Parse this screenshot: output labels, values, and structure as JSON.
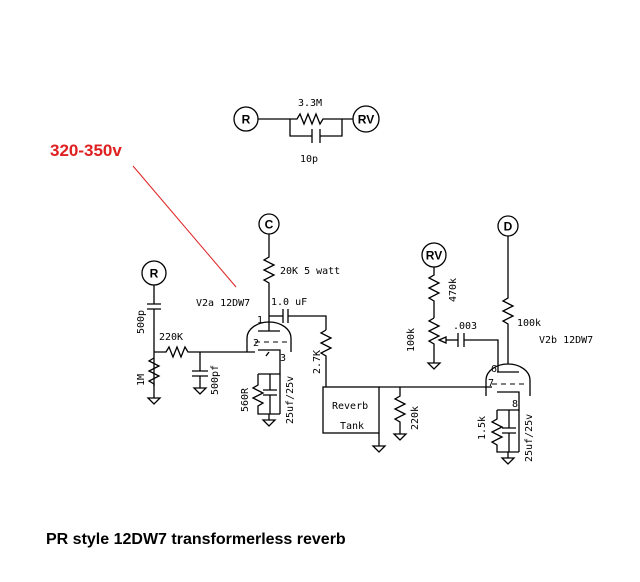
{
  "annotation": {
    "text": "320-350v",
    "color": "#e02020"
  },
  "caption": "PR style 12DW7  transformerless reverb",
  "top_network": {
    "node_left": "R",
    "node_right": "RV",
    "resistor": "3.3M",
    "capacitor": "10p"
  },
  "nodes": {
    "c": "C",
    "d": "D",
    "r": "R",
    "rv": "RV"
  },
  "stage_a": {
    "tube": "V2a 12DW7",
    "plate_resistor": "20K 5 watt",
    "coupling_cap": "1.0 uF",
    "input_cap": "500p",
    "grid_leak": "1M",
    "grid_stop": "220K",
    "grid_cap": "500pf",
    "cathode_resistor": "560R",
    "cathode_cap": "25uf/25v",
    "series_resistor": "2.7K",
    "pins": [
      "1",
      "2",
      "3"
    ]
  },
  "tank": {
    "line1": "Reverb",
    "line2": "Tank",
    "load": "220k"
  },
  "stage_b": {
    "tube": "V2b 12DW7",
    "pot_series": "470k",
    "pot": "100k",
    "coupling_cap": ".003",
    "plate_resistor": "100k",
    "cathode_resistor": "1.5k",
    "cathode_cap": "25uf/25v",
    "pins": [
      "6",
      "7",
      "8"
    ]
  }
}
